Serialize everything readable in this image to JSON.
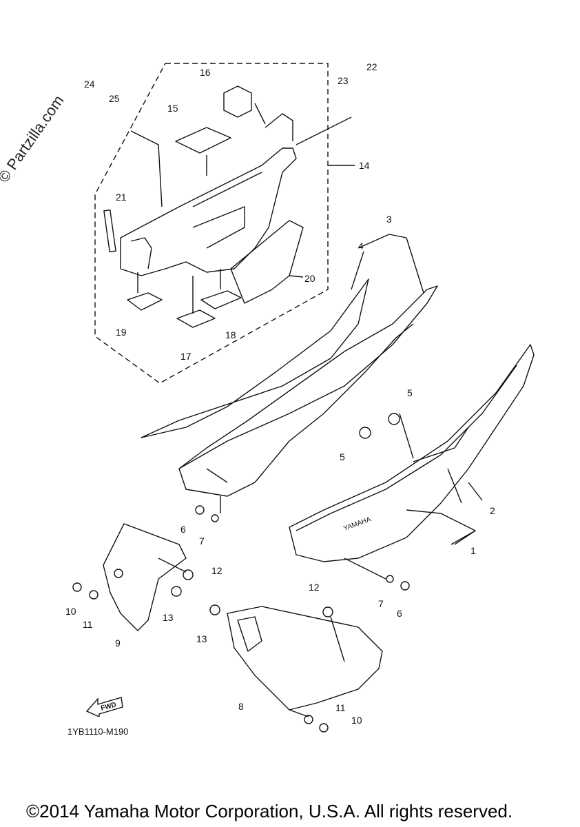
{
  "watermark": "© Partzilla.com",
  "diagram_code": "1YB1110-M190",
  "copyright": "©2014 Yamaha Motor Corporation, U.S.A. All rights reserved.",
  "fwd_label": "FWD",
  "brand_mark": "YAMAHA",
  "callouts": [
    "24",
    "25",
    "16",
    "23",
    "22",
    "15",
    "14",
    "21",
    "20",
    "19",
    "18",
    "17",
    "3",
    "4",
    "5",
    "5",
    "6",
    "7",
    "2",
    "1",
    "12",
    "10",
    "11",
    "13",
    "9",
    "12",
    "7",
    "6",
    "13",
    "8",
    "11",
    "10"
  ]
}
